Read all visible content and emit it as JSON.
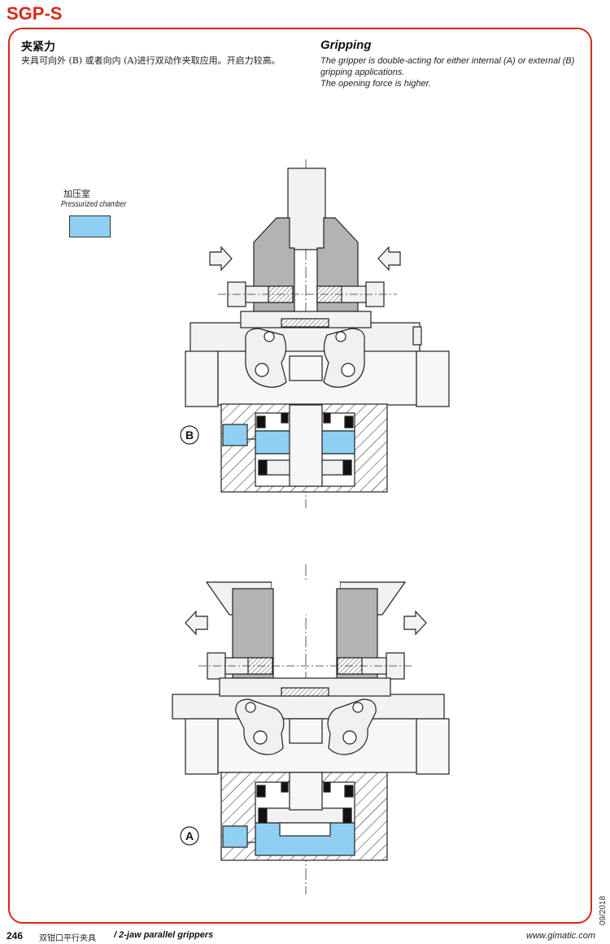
{
  "header": {
    "brand": "SGP-S"
  },
  "section": {
    "title_cn": "夹紧力",
    "body_cn": "夹具可向外 (B) 或者向内 (A)进行双动作夹取应用。开启力较高。",
    "title_en": "Gripping",
    "body_en_1": "The gripper is double-acting for either internal (A) or external (B) gripping applications.",
    "body_en_2": "The opening force is higher."
  },
  "legend": {
    "label_cn": "加压室",
    "label_en": "Pressurized chamber",
    "color": "#8fd0f2"
  },
  "diagrams": {
    "top_label": "B",
    "bottom_label": "A"
  },
  "colors": {
    "brand": "#d42a1a",
    "pressurized": "#8fd0f2",
    "jaw_gray": "#b3b3b3",
    "part_light": "#f0f0f0"
  },
  "footer": {
    "page": "246",
    "title_cn": "双钳口平行夹具",
    "title_sep": "/",
    "title_en": "2-jaw parallel grippers",
    "url": "www.gimatic.com",
    "date": "09/2018"
  }
}
